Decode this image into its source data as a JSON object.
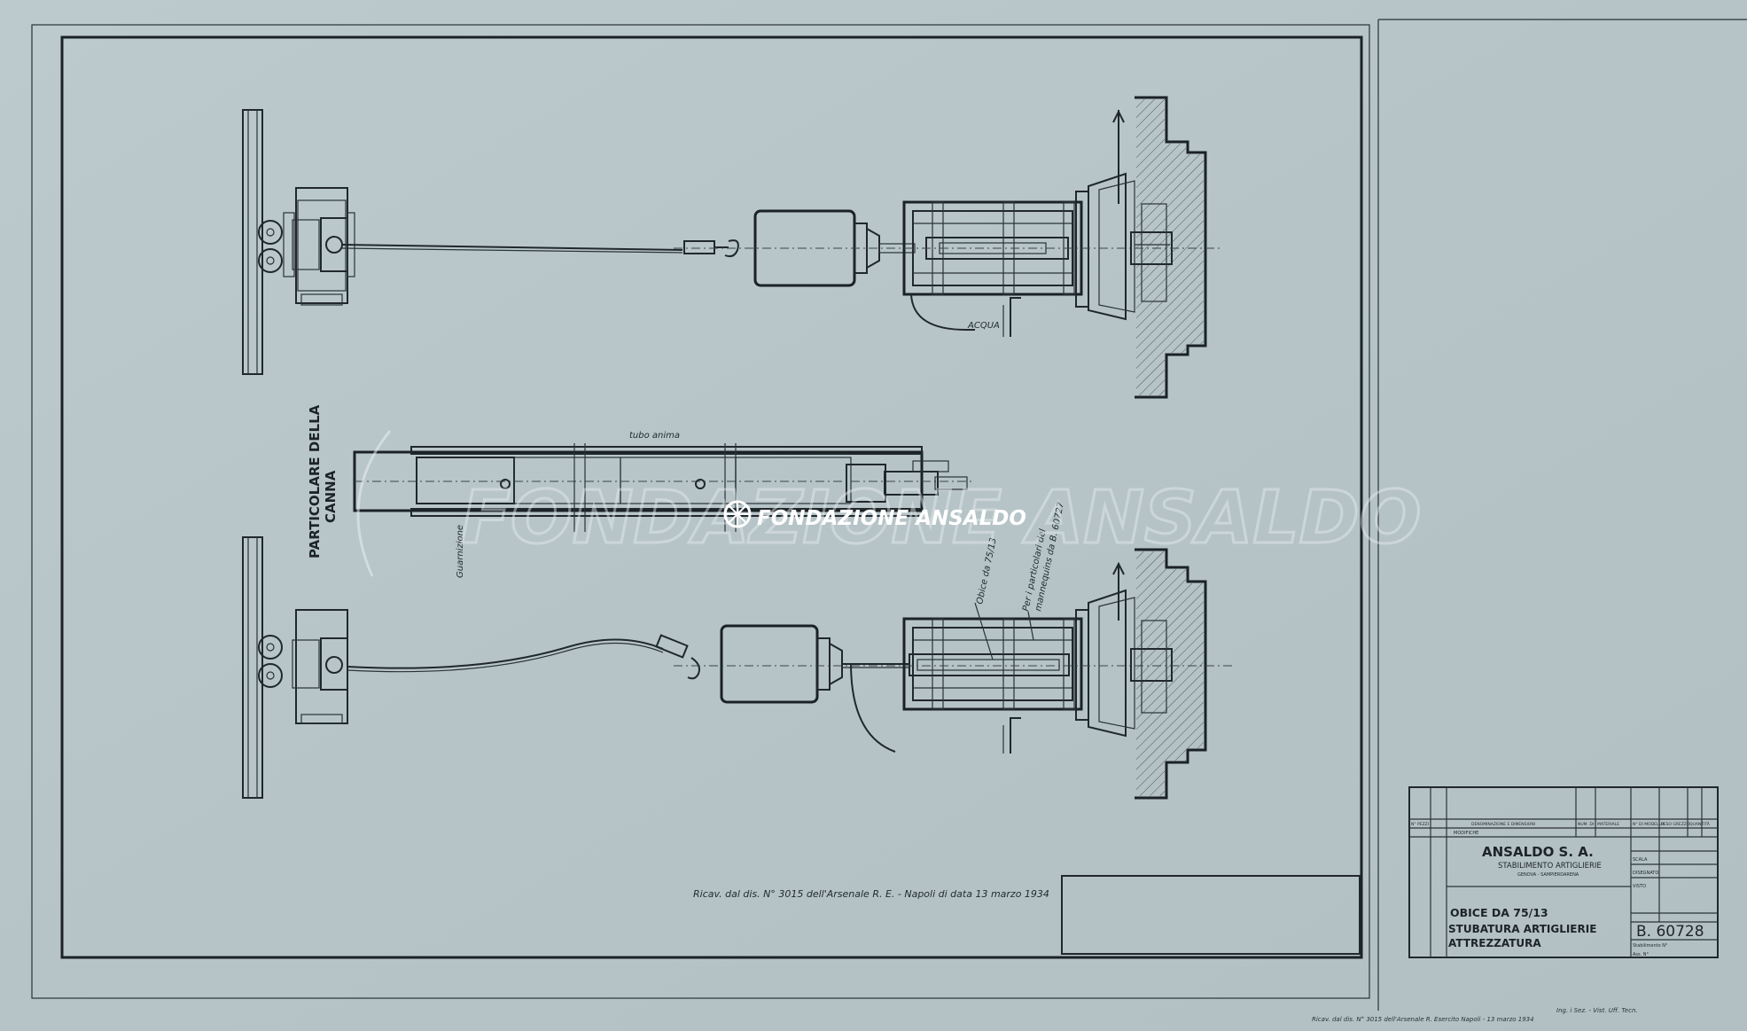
{
  "drawing": {
    "section_label_line1": "PARTICOLARE DELLA",
    "section_label_line2": "CANNA",
    "note_acqua": "ACQUA",
    "note_tubo_anima": "tubo anima",
    "note_guarnizione": "Guarnizione",
    "note_obice": "Obice da 75/13",
    "note_particolare_line1": "Per i particolari del",
    "note_particolare_line2": "mannequins da B. 60727",
    "reference_note": "Ricav. dal dis. N° 3015 dell'Arsenale R. E. - Napoli di data 13 marzo 1934"
  },
  "watermark": {
    "text_small": "FONDAZIONE ANSALDO",
    "text_large": "FONDAZIONE ANSALDO"
  },
  "title_block": {
    "header_cols": [
      "N° PEZZI",
      "DENOMINAZIONE E DIMENSIONI",
      "NUM. DI",
      "MATERIALE",
      "N° DI MODELLO",
      "PESO GREZZO",
      "QUANTITÀ"
    ],
    "mod_label": "MODIFICHE",
    "company": "ANSALDO S. A.",
    "plant": "STABILIMENTO ARTIGLIERIE",
    "location": "GENOVA - SAMPIERDARENA",
    "object": "OBICE DA 75/13",
    "description_line1": "STUBATURA ARTIGLIERIE",
    "description_line2": "ATTREZZATURA",
    "drawing_number": "B. 60728",
    "side_labels": [
      "SCALA",
      "DISEGNATO",
      "VISTO"
    ],
    "footer_left": "Stabilimento N°",
    "footer_right": "Ass. N°"
  },
  "bottom_notes": {
    "copy_note": "Ricav. dal dis. N° 3015 dell'Arsenale R. Esercito Napoli - 13 marzo 1934",
    "signature": "Ing. i Sez. - Vist. Uff. Tecn."
  }
}
